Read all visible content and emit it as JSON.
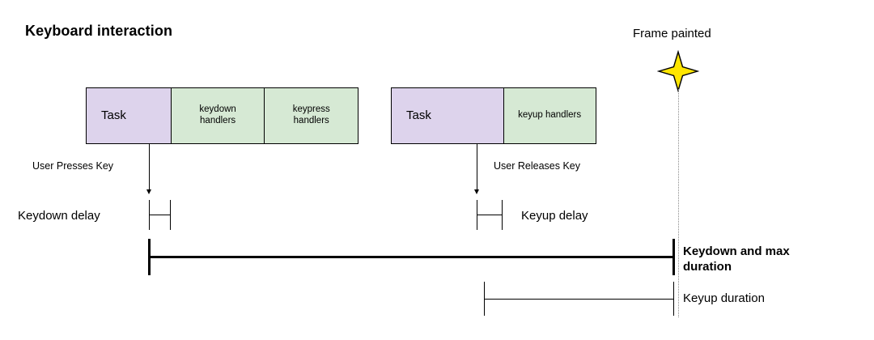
{
  "diagram": {
    "title": "Keyboard interaction",
    "colors": {
      "task_fill": "#ddd3ec",
      "handler_fill": "#d6e9d4",
      "stroke": "#000000",
      "star_fill": "#ffe600",
      "frame_line": "#8a8a8a"
    },
    "frame_marker": {
      "label": "Frame painted",
      "icon": "four-point-star-icon"
    },
    "tracks": [
      {
        "id": "keydown-track",
        "cells": [
          {
            "id": "task-1",
            "label": "Task",
            "kind": "task"
          },
          {
            "id": "keydown-handlers",
            "label": "keydown\nhandlers",
            "kind": "handler"
          },
          {
            "id": "keypress-handlers",
            "label": "keypress\nhandlers",
            "kind": "handler"
          }
        ]
      },
      {
        "id": "keyup-track",
        "cells": [
          {
            "id": "task-2",
            "label": "Task",
            "kind": "task"
          },
          {
            "id": "keyup-handlers",
            "label": "keyup handlers",
            "kind": "handler"
          }
        ]
      }
    ],
    "events": [
      {
        "id": "user-presses-key",
        "label": "User Presses Key"
      },
      {
        "id": "user-releases-key",
        "label": "User Releases Key"
      }
    ],
    "measures": [
      {
        "id": "keydown-delay",
        "label": "Keydown delay",
        "bold": false
      },
      {
        "id": "keyup-delay",
        "label": "Keyup delay",
        "bold": false
      },
      {
        "id": "keydown-max-duration",
        "label": "Keydown and max duration",
        "bold": true
      },
      {
        "id": "keyup-duration",
        "label": "Keyup duration",
        "bold": false
      }
    ]
  }
}
